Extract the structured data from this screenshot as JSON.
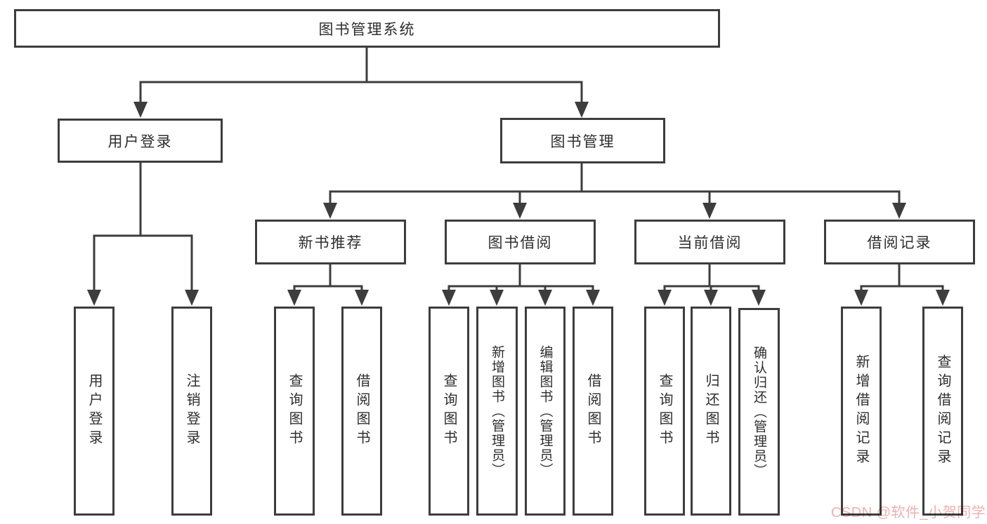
{
  "colors": {
    "line": "#3d3d3d",
    "box_border": "#3d3d3d",
    "text": "#2e2e2e",
    "background": "#ffffff",
    "watermark": "#efb0b0"
  },
  "diagram": {
    "root": {
      "label": "图书管理系统"
    },
    "branches": [
      {
        "label": "用户登录",
        "children": [
          {
            "label": "用户登录"
          },
          {
            "label": "注销登录"
          }
        ]
      },
      {
        "label": "图书管理",
        "children": [
          {
            "label": "新书推荐",
            "children": [
              {
                "label": "查询图书"
              },
              {
                "label": "借阅图书"
              }
            ]
          },
          {
            "label": "图书借阅",
            "children": [
              {
                "label": "查询图书"
              },
              {
                "label": "新增图书（管理员）"
              },
              {
                "label": "编辑图书（管理员）"
              },
              {
                "label": "借阅图书"
              }
            ]
          },
          {
            "label": "当前借阅",
            "children": [
              {
                "label": "查询图书"
              },
              {
                "label": "归还图书"
              },
              {
                "label": "确认归还（管理员）"
              }
            ]
          },
          {
            "label": "借阅记录",
            "children": [
              {
                "label": "新增借阅记录"
              },
              {
                "label": "查询借阅记录"
              }
            ]
          }
        ]
      }
    ]
  },
  "watermark": {
    "text": "CSDN @软件_小贺同学"
  }
}
